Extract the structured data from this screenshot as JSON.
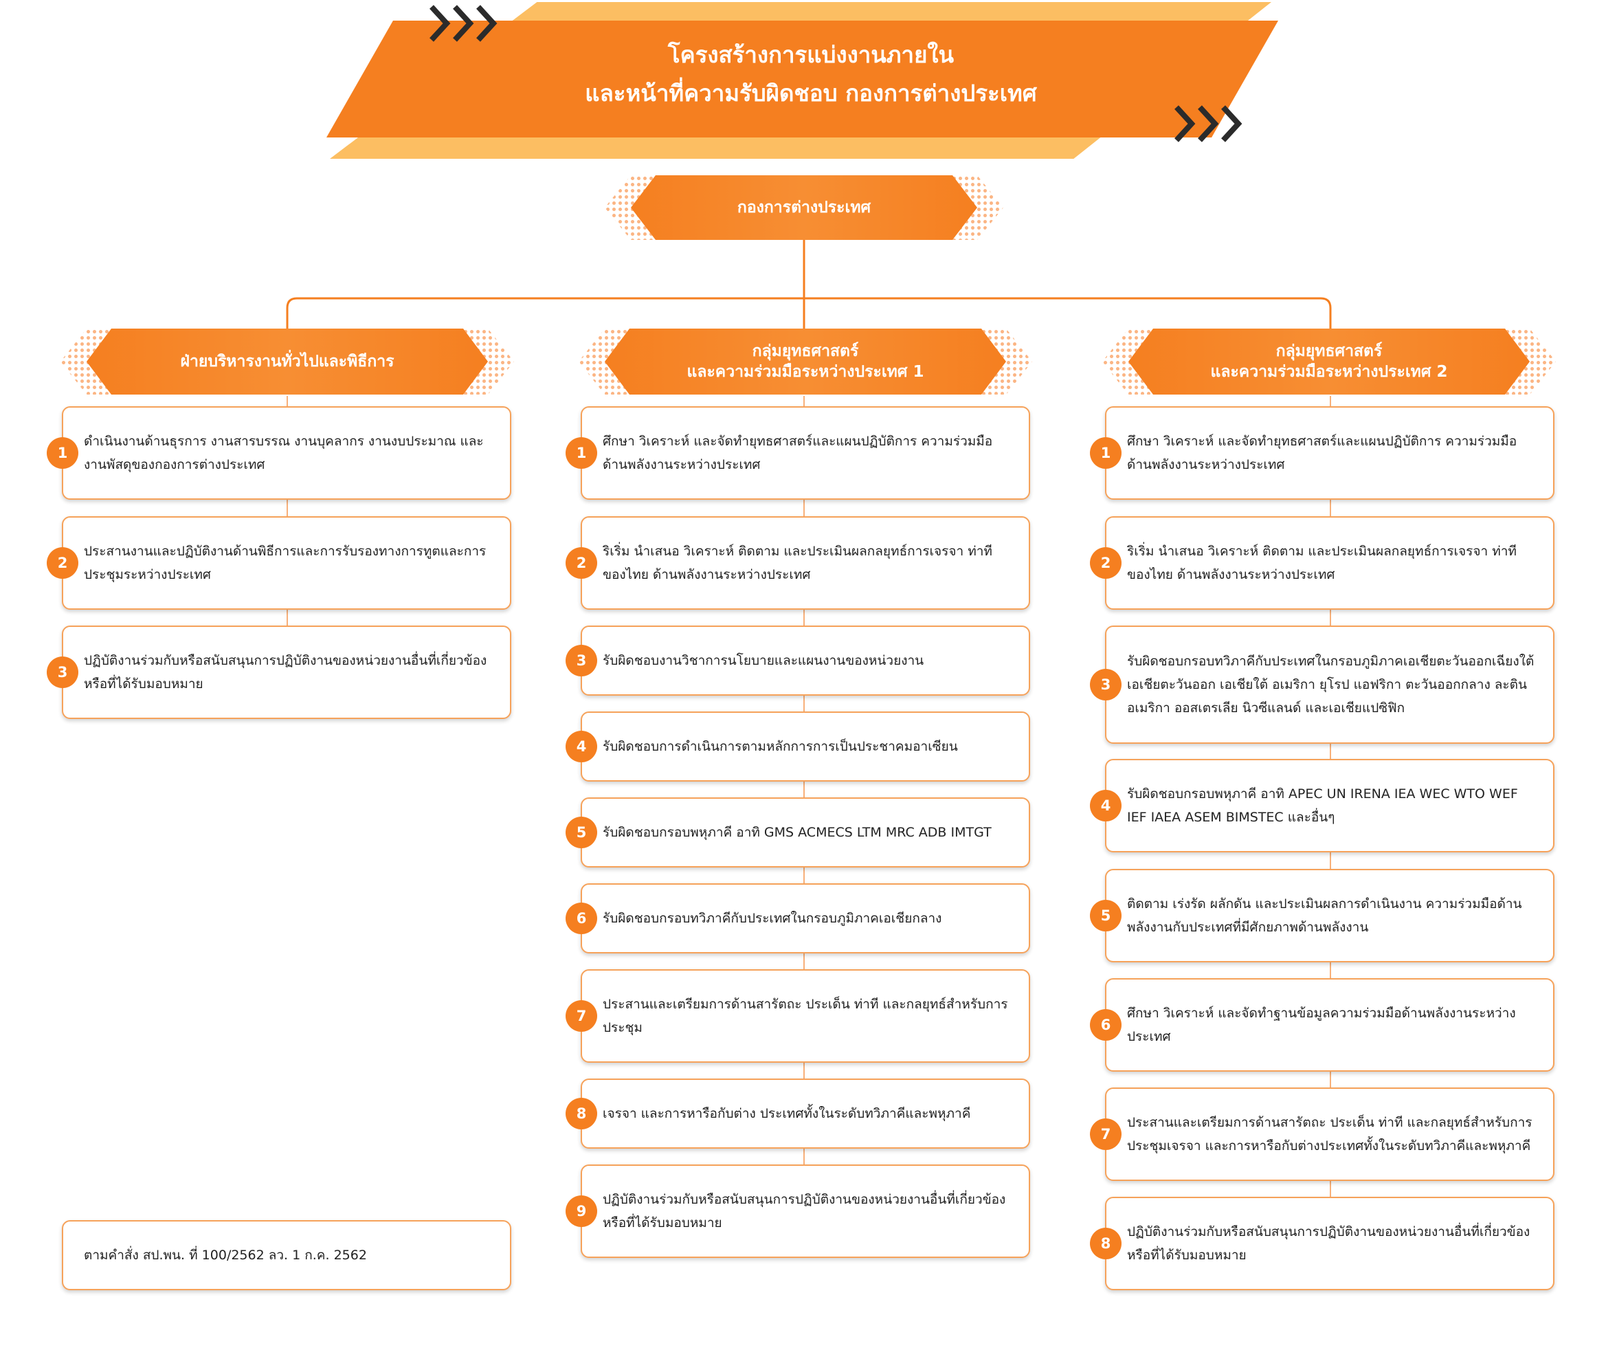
{
  "title": {
    "line1": "โครงสร้างการแบ่งงานภายใน",
    "line2": "และหน้าที่ความรับผิดชอบ กองการต่างประเทศ"
  },
  "colors": {
    "primary_orange": "#F57F20",
    "light_orange": "#FCBE62",
    "dot_pattern": "#FBB584",
    "card_border": "#F6A25A",
    "chevron": "#2B2B2B"
  },
  "root": {
    "label": "กองการต่างประเทศ"
  },
  "departments": [
    {
      "label_lines": [
        "ฝ่ายบริหารงานทั่วไปและพิธีการ"
      ],
      "items": [
        {
          "num": "1",
          "text": "ดำเนินงานด้านธุรการ งานสารบรรณ งานบุคลากร งานงบประมาณ และงานพัสดุของกองการต่างประเทศ"
        },
        {
          "num": "2",
          "text": "ประสานงานและปฏิบัติงานด้านพิธีการและการรับรองทางการทูตและการประชุมระหว่างประเทศ"
        },
        {
          "num": "3",
          "text": "ปฏิบัติงานร่วมกับหรือสนับสนุนการปฏิบัติงานของหน่วยงานอื่นที่เกี่ยวข้องหรือที่ได้รับมอบหมาย"
        }
      ]
    },
    {
      "label_lines": [
        "กลุ่มยุทธศาสตร์",
        "และความร่วมมือระหว่างประเทศ 1"
      ],
      "items": [
        {
          "num": "1",
          "text": "ศึกษา วิเคราะห์ และจัดทำยุทธศาสตร์และแผนปฏิบัติการ ความร่วมมือด้านพลังงานระหว่างประเทศ"
        },
        {
          "num": "2",
          "text": "ริเริ่ม นำเสนอ วิเคราะห์ ติดตาม และประเมินผลกลยุทธ์การเจรจา ท่าทีของไทย ด้านพลังงานระหว่างประเทศ"
        },
        {
          "num": "3",
          "text": "รับผิดชอบงานวิชาการนโยบายและแผนงานของหน่วยงาน"
        },
        {
          "num": "4",
          "text": "รับผิดชอบการดำเนินการตามหลักการการเป็นประชาคมอาเซียน"
        },
        {
          "num": "5",
          "text": "รับผิดชอบกรอบพหุภาคี อาทิ GMS ACMECS LTM MRC ADB IMTGT"
        },
        {
          "num": "6",
          "text": "รับผิดชอบกรอบทวิภาคีกับประเทศในกรอบภูมิภาคเอเชียกลาง"
        },
        {
          "num": "7",
          "text": "ประสานและเตรียมการด้านสารัตถะ ประเด็น ท่าที และกลยุทธ์สำหรับการประชุม"
        },
        {
          "num": "8",
          "text": "เจรจา และการหารือกับต่าง ประเทศทั้งในระดับทวิภาคีและพหุภาคี"
        },
        {
          "num": "9",
          "text": "ปฏิบัติงานร่วมกับหรือสนับสนุนการปฏิบัติงานของหน่วยงานอื่นที่เกี่ยวข้องหรือที่ได้รับมอบหมาย"
        }
      ]
    },
    {
      "label_lines": [
        "กลุ่มยุทธศาสตร์",
        "และความร่วมมือระหว่างประเทศ 2"
      ],
      "items": [
        {
          "num": "1",
          "text": "ศึกษา วิเคราะห์ และจัดทำยุทธศาสตร์และแผนปฏิบัติการ ความร่วมมือด้านพลังงานระหว่างประเทศ"
        },
        {
          "num": "2",
          "text": "ริเริ่ม นำเสนอ วิเคราะห์ ติดตาม และประเมินผลกลยุทธ์การเจรจา ท่าทีของไทย ด้านพลังงานระหว่างประเทศ"
        },
        {
          "num": "3",
          "text": "รับผิดชอบกรอบทวิภาคีกับประเทศในกรอบภูมิภาคเอเชียตะวันออกเฉียงใต้ เอเชียตะวันออก เอเชียใต้ อเมริกา ยุโรป แอฟริกา ตะวันออกกลาง ละตินอเมริกา ออสเตรเลีย นิวซีแลนด์ และเอเชียแปซิฟิก"
        },
        {
          "num": "4",
          "text": "รับผิดชอบกรอบพหุภาคี อาทิ APEC UN IRENA IEA WEC WTO WEF IEF IAEA ASEM BIMSTEC และอื่นๆ"
        },
        {
          "num": "5",
          "text": "ติดตาม เร่งรัด ผลักดัน และประเมินผลการดำเนินงาน ความร่วมมือด้านพลังงานกับประเทศที่มีศักยภาพด้านพลังงาน"
        },
        {
          "num": "6",
          "text": "ศึกษา วิเคราะห์ และจัดทำฐานข้อมูลความร่วมมือด้านพลังงานระหว่างประเทศ"
        },
        {
          "num": "7",
          "text": "ประสานและเตรียมการด้านสารัตถะ ประเด็น ท่าที และกลยุทธ์สำหรับการประชุมเจรจา และการหารือกับต่างประเทศทั้งในระดับทวิภาคีและพหุภาคี"
        },
        {
          "num": "8",
          "text": "ปฏิบัติงานร่วมกับหรือสนับสนุนการปฏิบัติงานของหน่วยงานอื่นที่เกี่ยวข้องหรือที่ได้รับมอบหมาย"
        }
      ]
    }
  ],
  "note": {
    "text": "ตามคำสั่ง สป.พน. ที่ 100/2562 ลว. 1 ก.ค. 2562"
  }
}
